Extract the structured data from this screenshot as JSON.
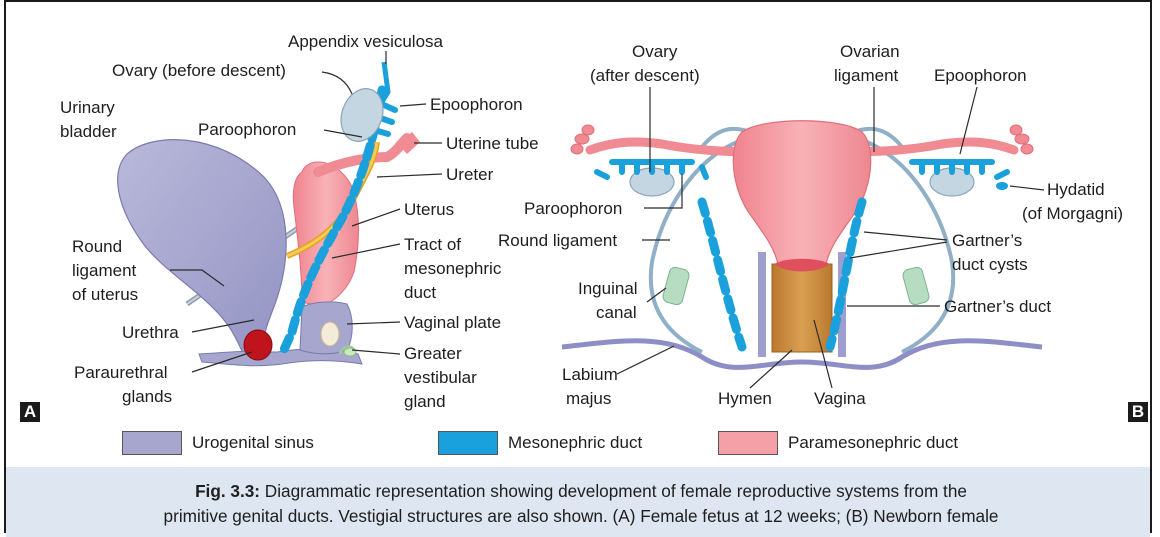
{
  "labels_A": {
    "appendix_vesiculosa": "Appendix vesiculosa",
    "ovary_before": "Ovary (before descent)",
    "epoophoron": "Epoophoron",
    "urinary_bladder_1": "Urinary",
    "urinary_bladder_2": "bladder",
    "paroophoron": "Paroophoron",
    "uterine_tube": "Uterine tube",
    "ureter": "Ureter",
    "uterus": "Uterus",
    "round_lig_1": "Round",
    "round_lig_2": "ligament",
    "round_lig_3": "of uterus",
    "tract_1": "Tract of",
    "tract_2": "mesonephric",
    "tract_3": "duct",
    "urethra": "Urethra",
    "vaginal_plate": "Vaginal plate",
    "paraurethral_1": "Paraurethral",
    "paraurethral_2": "glands",
    "greater_1": "Greater",
    "greater_2": "vestibular",
    "greater_3": "gland"
  },
  "labels_B": {
    "ovary_after_1": "Ovary",
    "ovary_after_2": "(after descent)",
    "ovarian_lig_1": "Ovarian",
    "ovarian_lig_2": "ligament",
    "epoophoron": "Epoophoron",
    "hydatid_1": "Hydatid",
    "hydatid_2": "(of Morgagni)",
    "paroophoron": "Paroophoron",
    "round_ligament": "Round ligament",
    "gartner_cysts_1": "Gartner’s",
    "gartner_cysts_2": "duct cysts",
    "inguinal_1": "Inguinal",
    "inguinal_2": "canal",
    "gartner_duct": "Gartner’s duct",
    "labium_1": "Labium",
    "labium_2": "majus",
    "hymen": "Hymen",
    "vagina": "Vagina"
  },
  "panels": {
    "a": "A",
    "b": "B"
  },
  "legend": [
    {
      "label": "Urogenital sinus",
      "color": "#a6a6cf"
    },
    {
      "label": "Mesonephric duct",
      "color": "#1aa1dc"
    },
    {
      "label": "Paramesonephric duct",
      "color": "#f4a0a6"
    }
  ],
  "caption": {
    "fig_label": "Fig. 3.3:",
    "line1": " Diagrammatic representation showing development of  female reproductive systems from the",
    "line2": "primitive genital ducts. Vestigial structures are also shown. (A) Female fetus at 12 weeks; (B) Newborn female"
  },
  "colors": {
    "urogenital": "#a6a6cf",
    "mesonephric": "#1aa1dc",
    "paramesonephric": "#f4a0a6",
    "ovary": "#c4d6e2",
    "ureter": "#f5b731",
    "ligament": "#9fbccd",
    "gland_red": "#c0141c",
    "vagina": "#c8883c",
    "inguinal": "#b6dcc2",
    "caption_bg": "#dde6f1"
  }
}
